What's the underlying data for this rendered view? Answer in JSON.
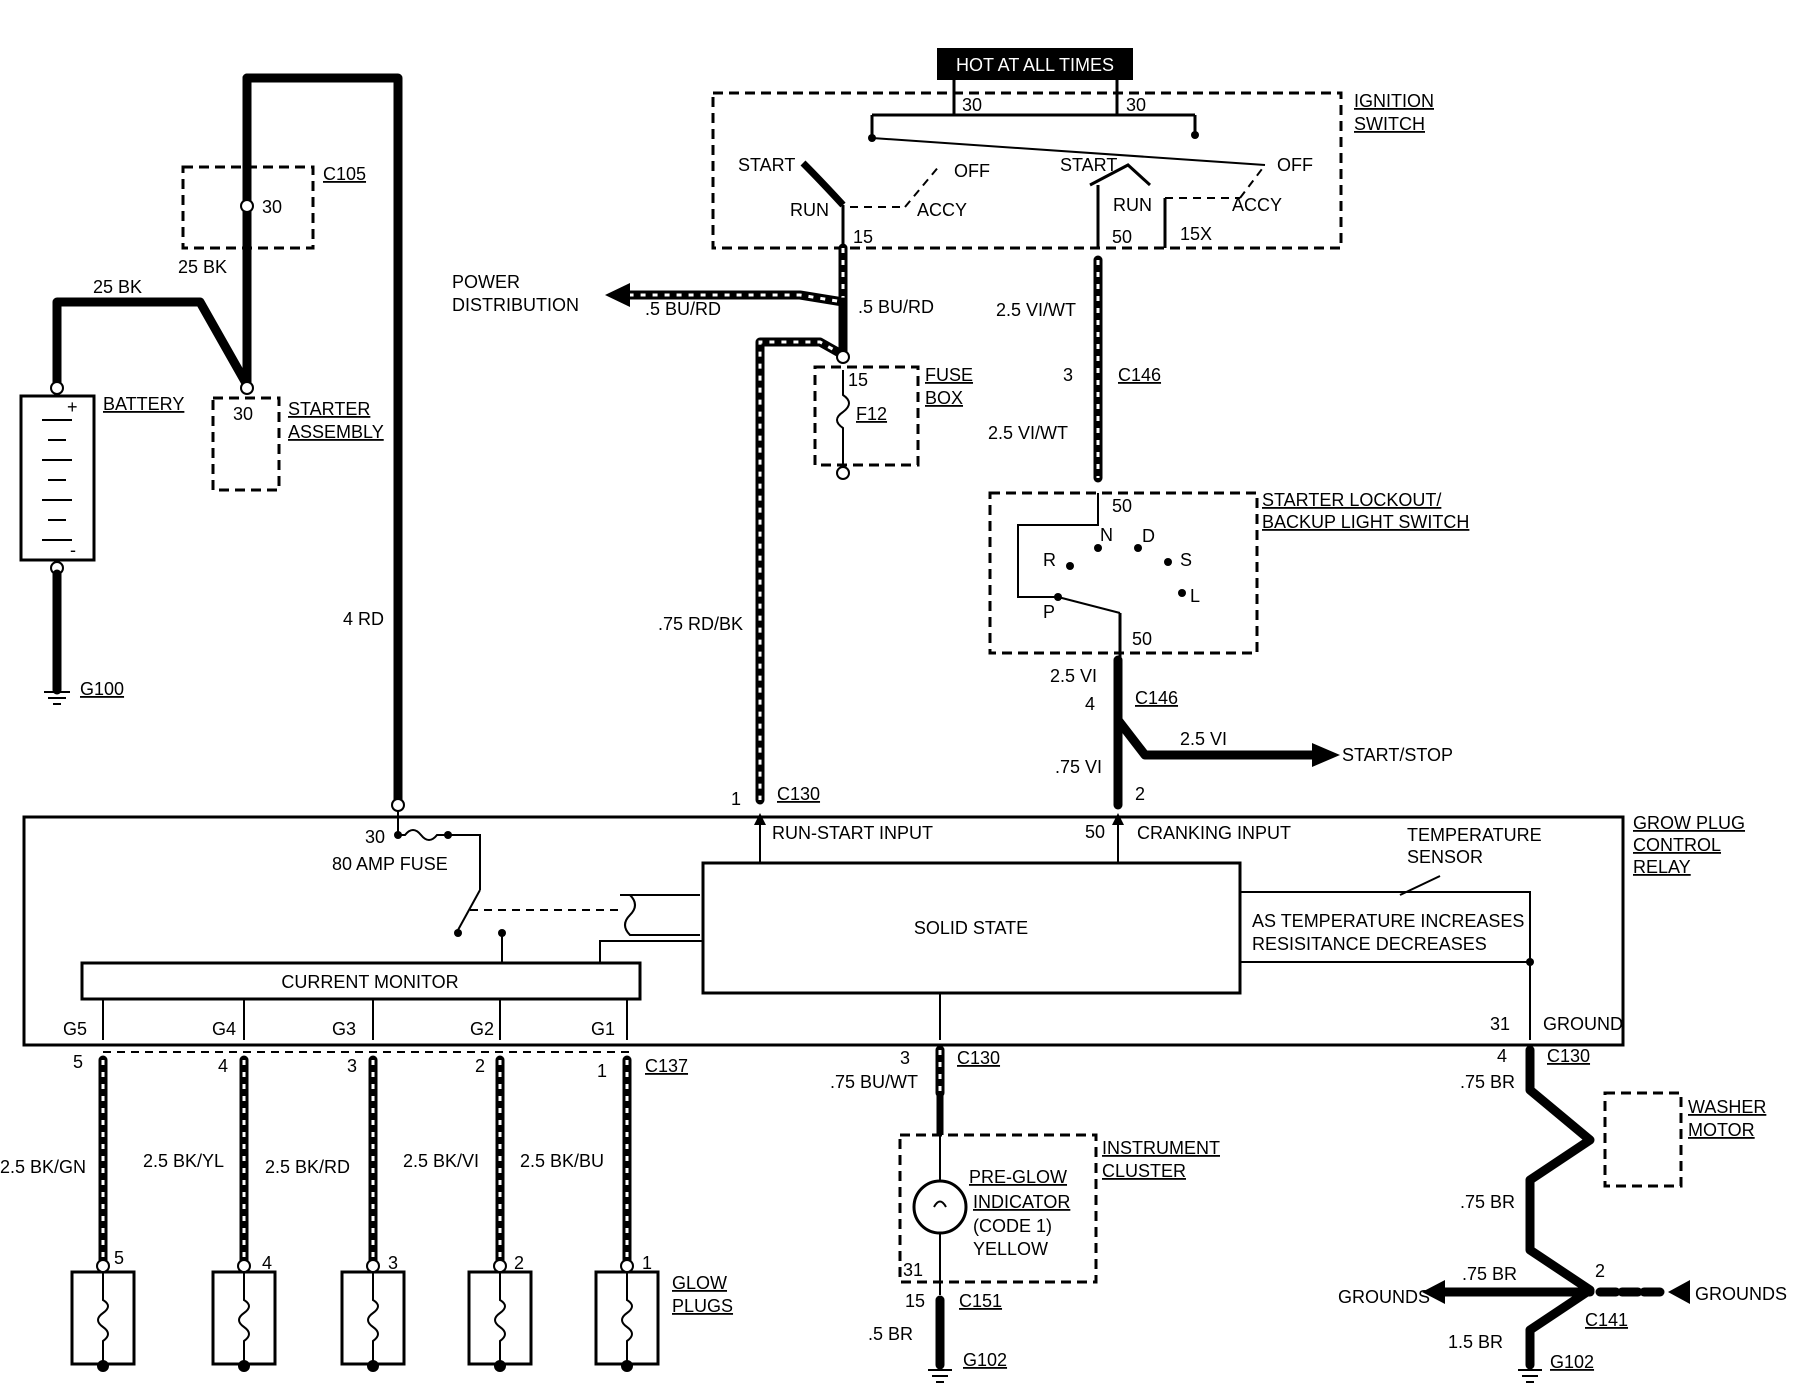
{
  "labels": {
    "hot_at_all_times": "HOT AT ALL TIMES",
    "ignition_switch_1": "IGNITION",
    "ignition_switch_2": "SWITCH",
    "c105": "C105",
    "pin30": "30",
    "bk25a": "25 BK",
    "bk25b": "25 BK",
    "battery": "BATTERY",
    "starter_1": "STARTER",
    "starter_2": "ASSEMBLY",
    "g100": "G100",
    "rd4": "4 RD",
    "power_dist_1": "POWER",
    "power_dist_2": "DISTRIBUTION",
    "bu_rd_a": ".5 BU/RD",
    "bu_rd_b": ".5 BU/RD",
    "fuse_box_1": "FUSE",
    "fuse_box_2": "BOX",
    "f12": "F12",
    "pin15": "15",
    "start": "START",
    "off": "OFF",
    "run": "RUN",
    "accy": "ACCY",
    "pin50": "50",
    "pin15x": "15X",
    "vi_wt_a": "2.5 VI/WT",
    "vi_wt_b": "2.5 VI/WT",
    "c146": "C146",
    "pin3": "3",
    "pin4": "4",
    "lockout_1": "STARTER LOCKOUT/",
    "lockout_2": "BACKUP LIGHT SWITCH",
    "gear_n": "N",
    "gear_d": "D",
    "gear_r": "R",
    "gear_s": "S",
    "gear_l": "L",
    "gear_p": "P",
    "rd_bk": ".75 RD/BK",
    "vi25": "2.5 VI",
    "vi25b": "2.5 VI",
    "vi75": ".75 VI",
    "start_stop": "START/STOP",
    "pin1": "1",
    "pin2": "2",
    "c130": "C130",
    "run_start_input": "RUN-START INPUT",
    "cranking_input": "CRANKING INPUT",
    "temp_sensor_1": "TEMPERATURE",
    "temp_sensor_2": "SENSOR",
    "relay_1": "GROW PLUG",
    "relay_2": "CONTROL",
    "relay_3": "RELAY",
    "amp_fuse": "80 AMP FUSE",
    "solid_state": "SOLID STATE",
    "temp_note_1": "AS TEMPERATURE INCREASES",
    "temp_note_2": "RESISITANCE DECREASES",
    "current_monitor": "CURRENT MONITOR",
    "pin31": "31",
    "ground": "GROUND",
    "g5": "G5",
    "g4": "G4",
    "g3": "G3",
    "g2": "G2",
    "g1": "G1",
    "p5": "5",
    "c137": "C137",
    "bk_gn": "2.5 BK/GN",
    "bk_yl": "2.5 BK/YL",
    "bk_rd": "2.5 BK/RD",
    "bk_vi": "2.5 BK/VI",
    "bk_bu": "2.5 BK/BU",
    "glow_1": "GLOW",
    "glow_2": "PLUGS",
    "bu_wt": ".75 BU/WT",
    "instrument_1": "INSTRUMENT",
    "instrument_2": "CLUSTER",
    "preglow_1": "PRE-GLOW",
    "preglow_2": "INDICATOR",
    "preglow_3": "(CODE 1)",
    "preglow_4": "YELLOW",
    "c151": "C151",
    "br5": ".5 BR",
    "g102": "G102",
    "br75": ".75 BR",
    "washer_1": "WASHER",
    "washer_2": "MOTOR",
    "grounds": "GROUNDS",
    "c141": "C141",
    "br15": "1.5 BR"
  }
}
